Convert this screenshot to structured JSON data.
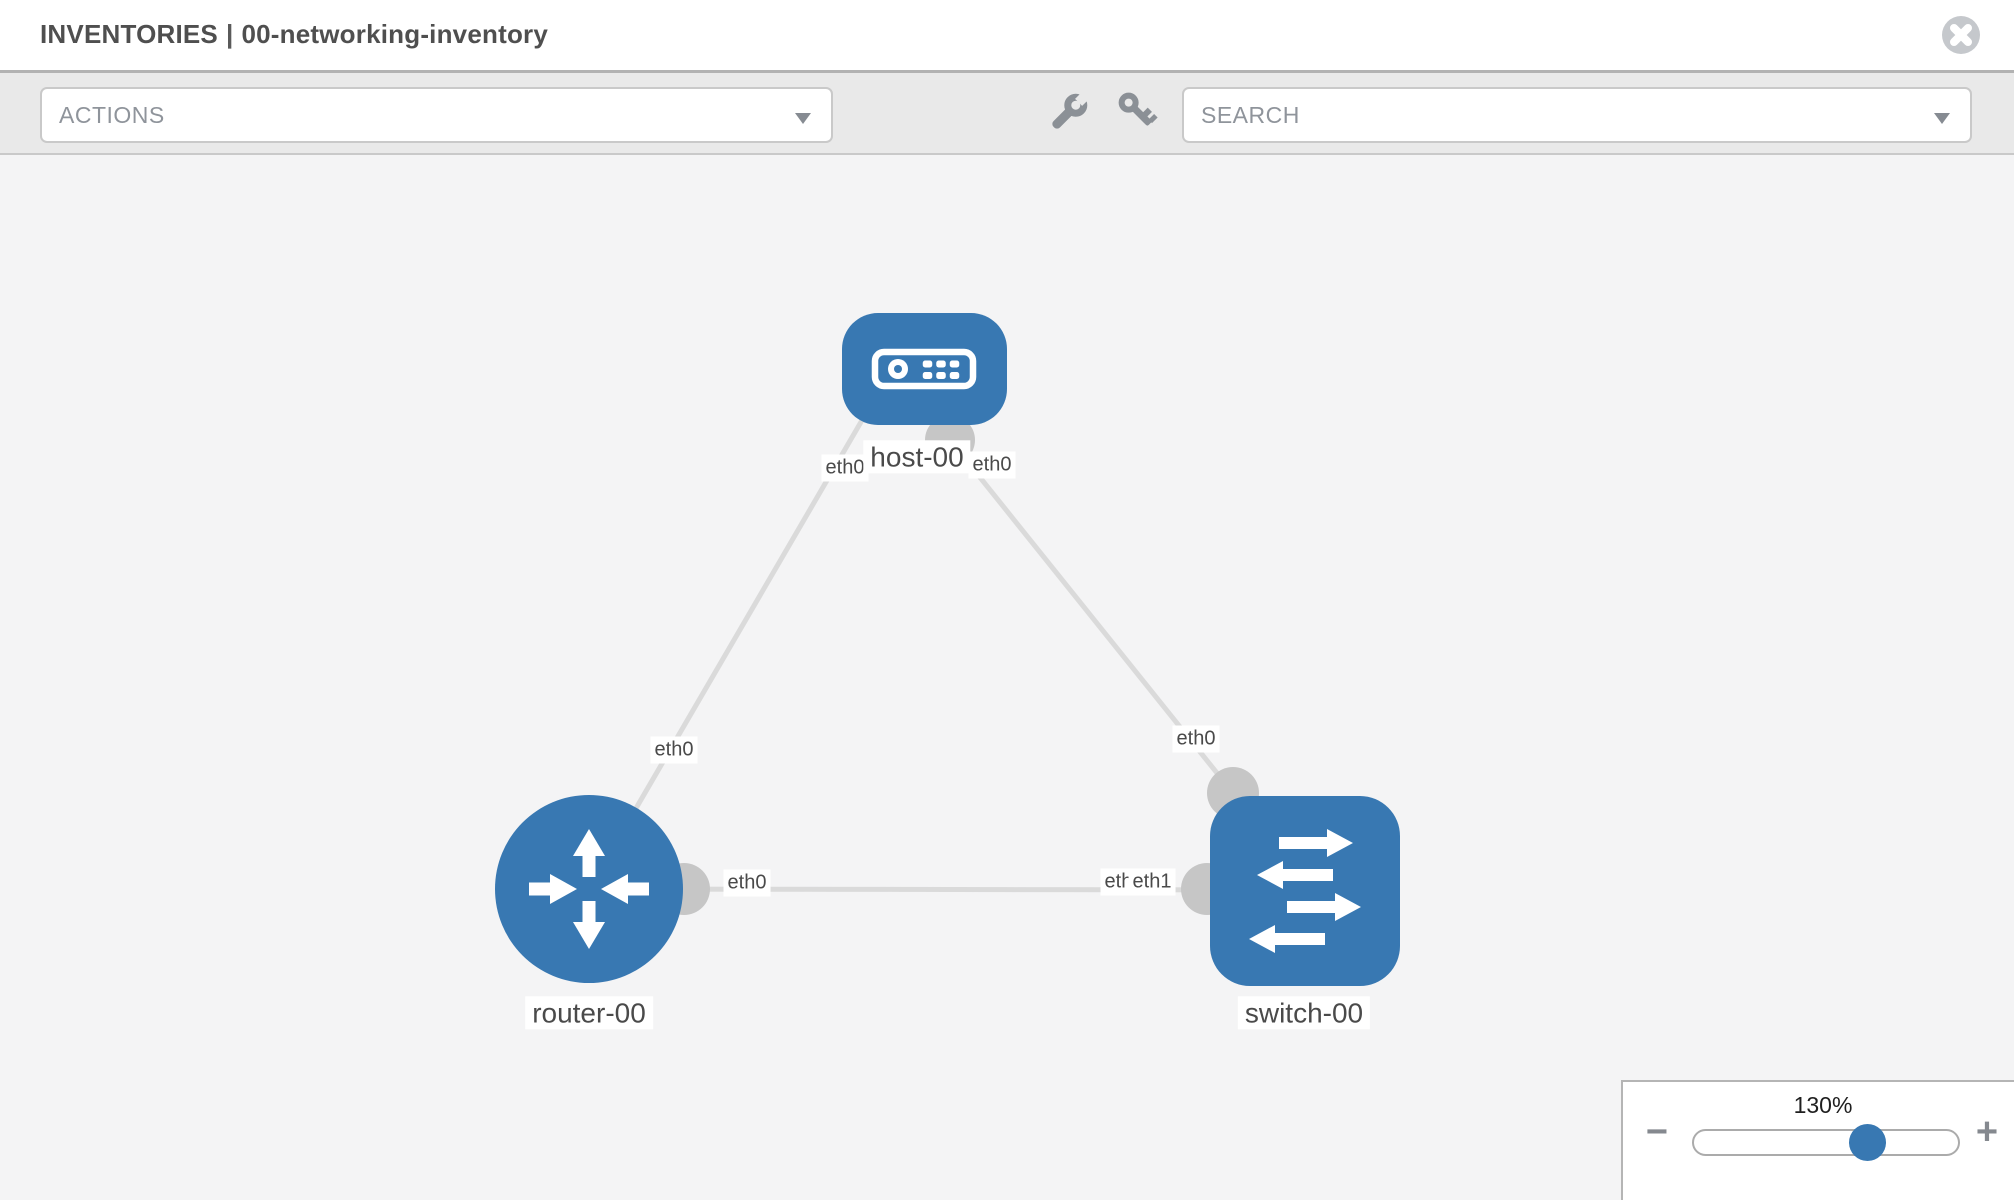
{
  "header": {
    "section_title": "INVENTORIES",
    "separator": "|",
    "item_name": "00-networking-inventory"
  },
  "toolbar": {
    "actions_placeholder": "ACTIONS",
    "search_placeholder": "SEARCH",
    "tools": [
      "configure",
      "credentials"
    ]
  },
  "colors": {
    "node": "#3878b2",
    "port": "#c6c6c6",
    "link": "#dadada",
    "icon": "#ffffff",
    "knob": "#3878b2"
  },
  "topology": {
    "nodes": [
      {
        "id": "host-00",
        "type": "host",
        "label": "host-00"
      },
      {
        "id": "router-00",
        "type": "router",
        "label": "router-00"
      },
      {
        "id": "switch-00",
        "type": "switch",
        "label": "switch-00"
      }
    ],
    "links": [
      {
        "from": "router-00",
        "from_if": "eth0",
        "to": "host-00",
        "to_if": "eth0"
      },
      {
        "from": "host-00",
        "from_if": "eth0",
        "to": "switch-00",
        "to_if": "eth0"
      },
      {
        "from": "router-00",
        "from_if": "eth0",
        "to": "switch-00",
        "to_if": "eth1"
      }
    ],
    "chips": [
      "eth0",
      "eth0",
      "eth0",
      "eth0",
      "eth0",
      "eth0",
      "eth1"
    ]
  },
  "zoom_control": {
    "level": "130%",
    "zoom_out": "−",
    "zoom_in": "+"
  }
}
